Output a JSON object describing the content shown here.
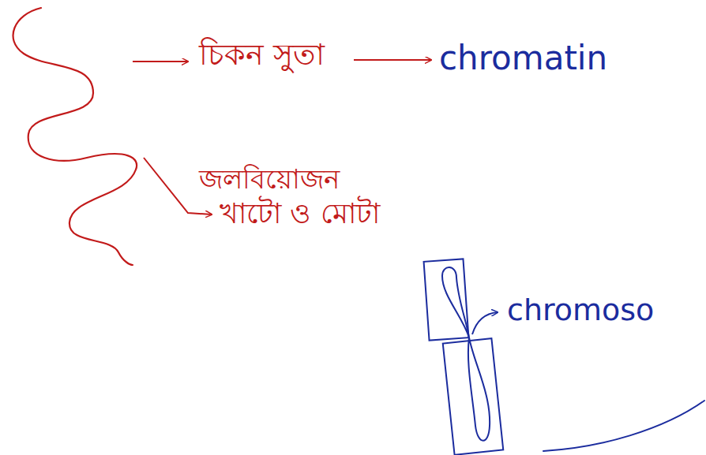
{
  "diagram": {
    "labels": [
      "চিকন সুতা",
      "chromatin",
      "জলবিয়োজন",
      "খাটো ও মোটা",
      "chromoso"
    ]
  }
}
